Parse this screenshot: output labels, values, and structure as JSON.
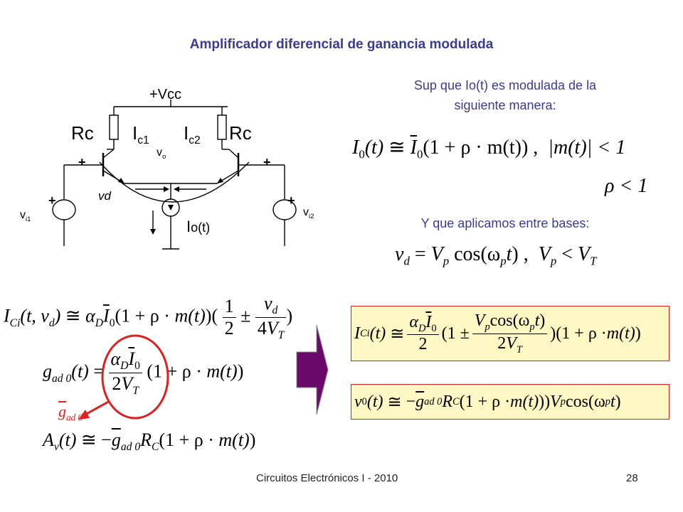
{
  "slide": {
    "title": "Amplificador diferencial de ganancia modulada",
    "footer_left": "Circuitos Electrónicos I - 2010",
    "footer_right": "28"
  },
  "circuit": {
    "vcc": "+Vcc",
    "rc_left": "Rc",
    "rc_right": "Rc",
    "ic1": "I",
    "ic1_sub": "c1",
    "ic2": "I",
    "ic2_sub": "c2",
    "vo": "v",
    "vo_sub": "o",
    "vd": "vd",
    "vi1": "v",
    "vi1_sub": "i1",
    "vi2": "v",
    "vi2_sub": "i2",
    "io": "I",
    "io_rest": "o(t)",
    "plus": "+"
  },
  "text": {
    "sup_que_1": "Sup que  Io(t) es modulada de la",
    "sup_que_2": "siguiente manera:",
    "aplicamos": "Y que aplicamos entre bases:"
  },
  "equations": {
    "eq1_lhs": "I",
    "eq1_rhs": "(1 + ρ · m(t))",
    "eq1_cond": "|m(t)| < 1",
    "eq2": "ρ < 1",
    "eq3_lhs": "v",
    "eq3_rhs": "cos(ω",
    "eq3_cond": "V",
    "eq4_lhs": "I",
    "eq5_lhs": "g",
    "eq6_lhs": "A",
    "eq7_lhs": "I",
    "eq8_lhs": "v",
    "gad0_label": "g",
    "sim": "≅",
    "frac_one": "1",
    "frac_two": "2",
    "pm": "±",
    "comma": ","
  },
  "colors": {
    "title": "#3b3b8f",
    "box_fill": "#fdf7c4",
    "box_border": "#e02020",
    "arrow": "#6b0a6b",
    "highlight": "#e02020"
  }
}
